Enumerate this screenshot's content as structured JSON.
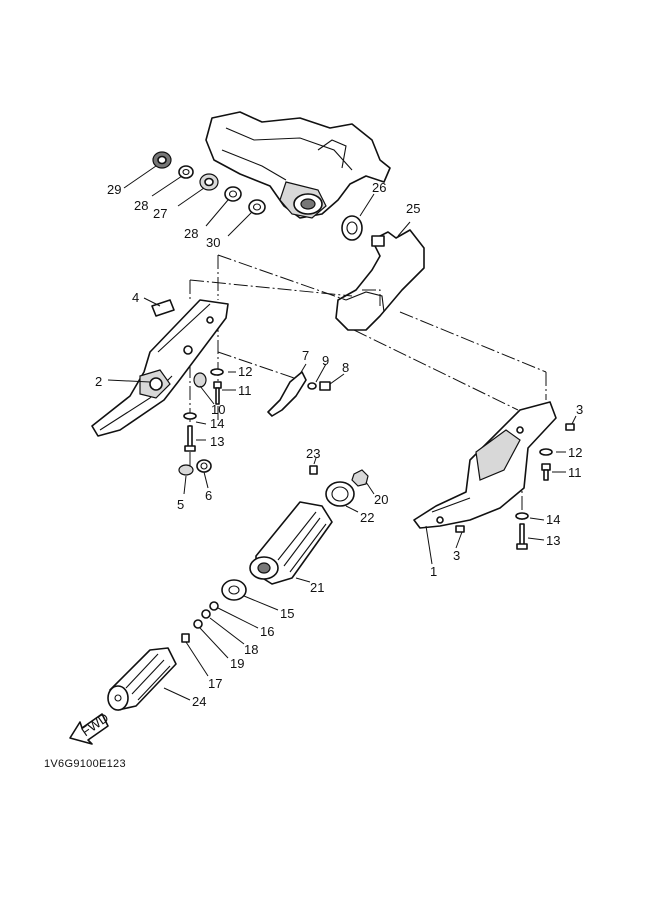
{
  "diagram": {
    "drawing_code": "1V6G9100E123",
    "fwd_label": "FWD",
    "callouts": [
      {
        "id": "c1",
        "text": "1"
      },
      {
        "id": "c2",
        "text": "2"
      },
      {
        "id": "c3a",
        "text": "3"
      },
      {
        "id": "c3b",
        "text": "3"
      },
      {
        "id": "c4",
        "text": "4"
      },
      {
        "id": "c5",
        "text": "5"
      },
      {
        "id": "c6",
        "text": "6"
      },
      {
        "id": "c7",
        "text": "7"
      },
      {
        "id": "c8",
        "text": "8"
      },
      {
        "id": "c9",
        "text": "9"
      },
      {
        "id": "c10",
        "text": "10"
      },
      {
        "id": "c11a",
        "text": "11"
      },
      {
        "id": "c11b",
        "text": "11"
      },
      {
        "id": "c12a",
        "text": "12"
      },
      {
        "id": "c12b",
        "text": "12"
      },
      {
        "id": "c13a",
        "text": "13"
      },
      {
        "id": "c13b",
        "text": "13"
      },
      {
        "id": "c14a",
        "text": "14"
      },
      {
        "id": "c14b",
        "text": "14"
      },
      {
        "id": "c15",
        "text": "15"
      },
      {
        "id": "c16",
        "text": "16"
      },
      {
        "id": "c17",
        "text": "17"
      },
      {
        "id": "c18",
        "text": "18"
      },
      {
        "id": "c19",
        "text": "19"
      },
      {
        "id": "c20",
        "text": "20"
      },
      {
        "id": "c21",
        "text": "21"
      },
      {
        "id": "c22",
        "text": "22"
      },
      {
        "id": "c23",
        "text": "23"
      },
      {
        "id": "c24",
        "text": "24"
      },
      {
        "id": "c25",
        "text": "25"
      },
      {
        "id": "c26",
        "text": "26"
      },
      {
        "id": "c27",
        "text": "27"
      },
      {
        "id": "c28a",
        "text": "28"
      },
      {
        "id": "c28b",
        "text": "28"
      },
      {
        "id": "c29",
        "text": "29"
      },
      {
        "id": "c30",
        "text": "30"
      }
    ]
  }
}
